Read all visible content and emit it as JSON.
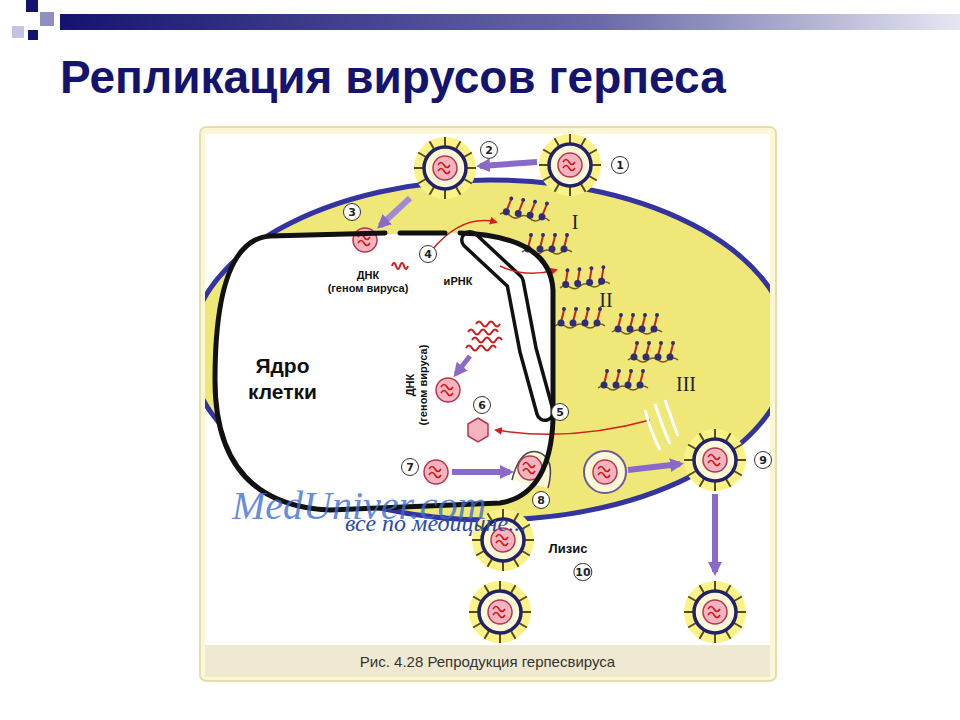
{
  "diagram": {
    "title": "Репликация вирусов герпеса",
    "caption": "Рис. 4.28 Репродукция герпесвируса",
    "nodes": [
      {
        "text": [
          "Ядро клетки"
        ]
      }
    ],
    "labels": [
      "1",
      "2",
      "3",
      "4",
      "5",
      "6",
      "7",
      "8",
      "9",
      "10",
      "I",
      "II",
      "III",
      "ДНК (геном вируса)",
      "иРНК",
      "ДНК (геном вируса)",
      "Лизис",
      "MedUniver.com",
      "все по медицине..."
    ]
  }
}
